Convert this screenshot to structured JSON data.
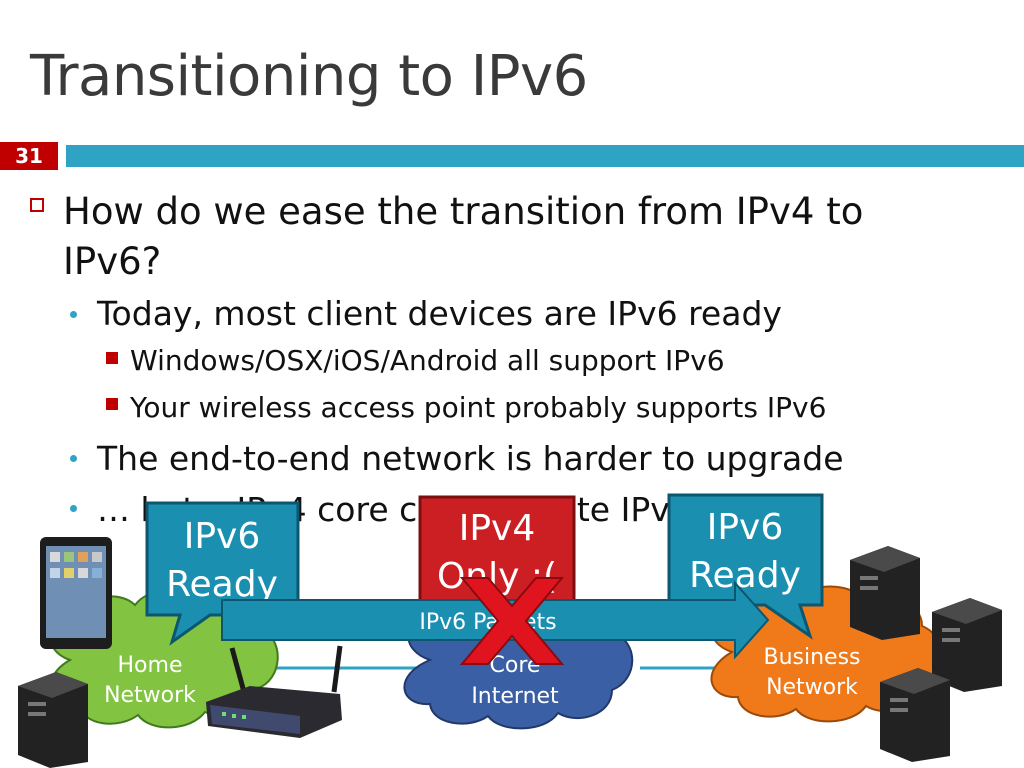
{
  "slide": {
    "title": "Transitioning to IPv6",
    "number": "31",
    "bullets": {
      "b1_line1": "How do we ease the transition from IPv4 to",
      "b1_line2": "IPv6?",
      "b2": "Today, most client devices are IPv6 ready",
      "b2_sub1": "Windows/OSX/iOS/Android all support IPv6",
      "b2_sub2": "Your wireless access point probably supports IPv6",
      "b3": "The end-to-end network is harder to upgrade",
      "b4": "… but a IPv4 core cannot route IPv6 traffic"
    }
  },
  "diagram": {
    "callout_left_l1": "IPv6",
    "callout_left_l2": "Ready",
    "callout_mid_l1": "IPv4",
    "callout_mid_l2": "Only :(",
    "callout_right_l1": "IPv6",
    "callout_right_l2": "Ready",
    "arrow_label": "IPv6 Packets",
    "cloud_home_l1": "Home",
    "cloud_home_l2": "Network",
    "cloud_core_l1": "Core",
    "cloud_core_l2": "Internet",
    "cloud_biz_l1": "Business",
    "cloud_biz_l2": "Network",
    "colors": {
      "accent_bar": "#2ea3c4",
      "callout_teal": "#1a8fb0",
      "callout_red": "#cc1f24",
      "cloud_green": "#82c341",
      "cloud_blue": "#3a5fa5",
      "cloud_orange": "#f07a1a",
      "cross_red": "#e0141e"
    }
  }
}
